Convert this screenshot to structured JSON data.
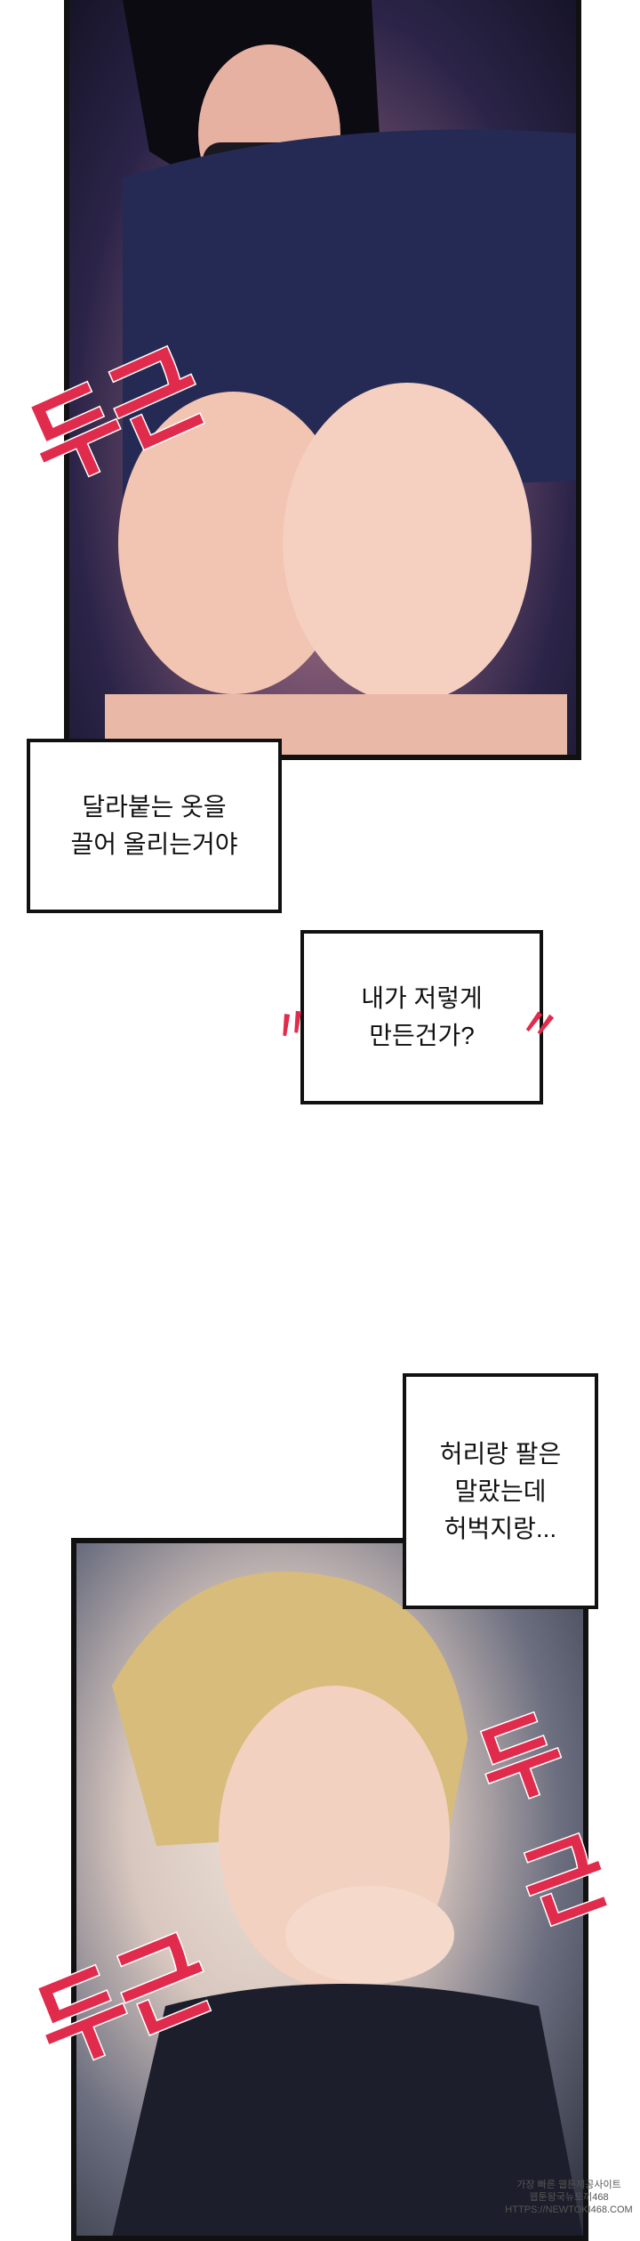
{
  "captions": [
    "달라붙는 옷을\n끌어 올리는거야",
    "내가 저렇게\n만든건가?",
    "허리랑 팔은\n말랐는데\n허벅지랑..."
  ],
  "sfx": [
    "두근",
    "두근",
    "두근"
  ],
  "emphasis_marks": [
    "〃",
    "〃"
  ],
  "watermark": {
    "line1": "가장 빠른 웹툰제공사이트",
    "line2": "웹툰왕국뉴토끼468",
    "line3": "HTTPS://NEWTOKI468.COM"
  },
  "colors": {
    "sfx": "#e02b4c",
    "border": "#111111",
    "background": "#ffffff"
  }
}
